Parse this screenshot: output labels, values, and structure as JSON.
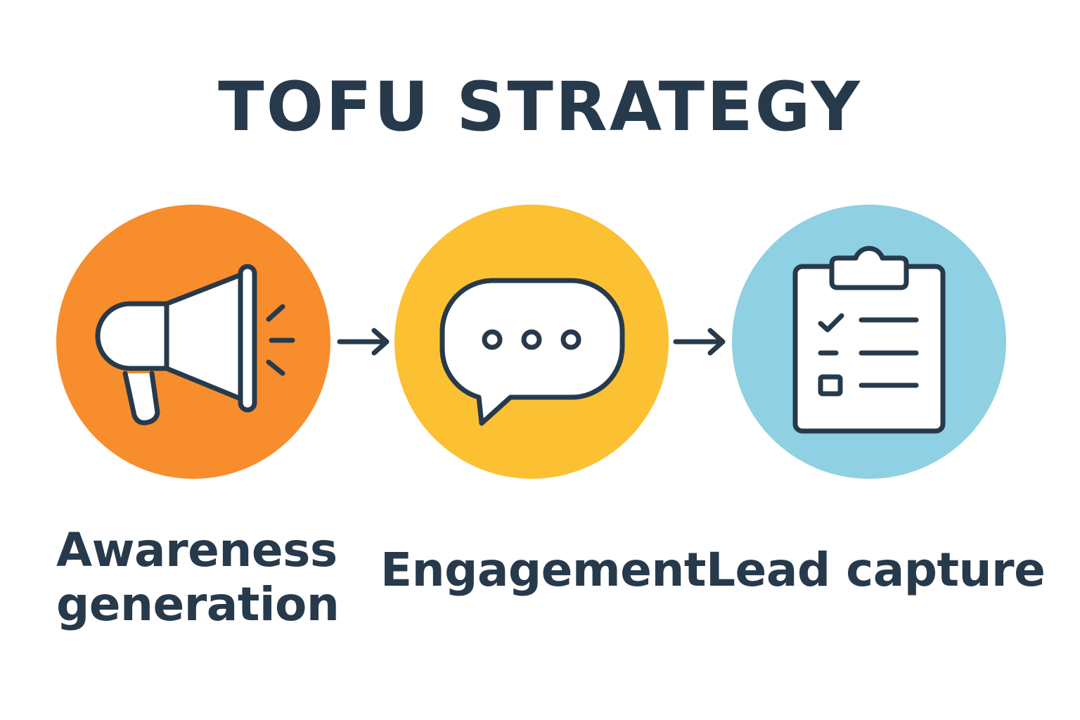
{
  "title": "TOFU STRATEGY",
  "colors": {
    "ink": "#273a4c",
    "background": "#ffffff"
  },
  "stages": [
    {
      "label_lines": [
        "Awareness",
        "generation"
      ],
      "icon": "megaphone-icon",
      "circle_color": "#f78d2d"
    },
    {
      "label_lines": [
        "Engagement"
      ],
      "icon": "speech-bubble-icon",
      "circle_color": "#fbc133"
    },
    {
      "label_lines": [
        "Lead capture"
      ],
      "icon": "clipboard-checklist-icon",
      "circle_color": "#8fd0e2"
    }
  ],
  "connectors": [
    "arrow-right-icon",
    "arrow-right-icon"
  ]
}
